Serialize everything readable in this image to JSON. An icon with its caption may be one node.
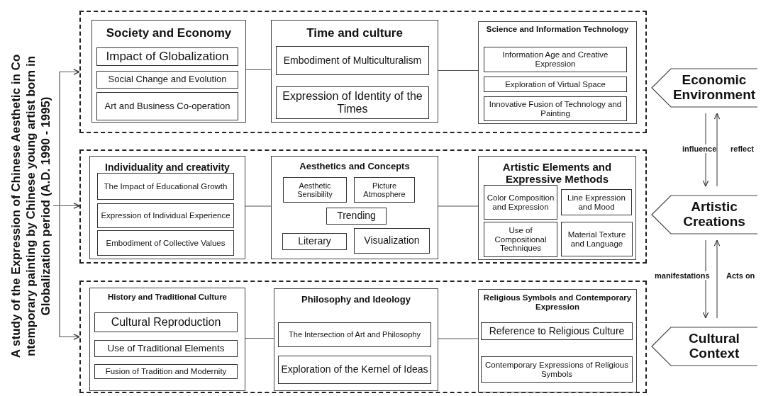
{
  "diagram": {
    "nodes": [
      {
        "text": [
          "A study of the Expression of Chinese Aesthetic in Co ntemporary painting by Chinese young artist born in Globalization period (A.D. 1990 - 1995)"
        ]
      },
      {
        "text": [],
        "shape": "box"
      },
      {
        "text": [
          "Society and Economy"
        ],
        "in": 1
      },
      {
        "text": [
          "Impact of Globalization"
        ],
        "in": 2
      },
      {
        "text": [
          "Social Change and Evolution"
        ],
        "in": 2
      },
      {
        "text": [
          "Art and Business Co-operation"
        ],
        "in": 2
      },
      {
        "text": [
          "Time and culture"
        ],
        "in": 1
      },
      {
        "text": [
          "Embodiment of Multiculturalism"
        ],
        "in": 6
      },
      {
        "text": [
          "Expression of Identity of the Times"
        ],
        "in": 6
      },
      {
        "text": [
          "Science and Information Technology"
        ],
        "in": 1
      },
      {
        "text": [
          "Information Age and Creative Expression"
        ],
        "in": 9
      },
      {
        "text": [
          "Exploration of Virtual Space"
        ],
        "in": 9
      },
      {
        "text": [
          "Innovative Fusion of Technology and Painting"
        ],
        "in": 9
      },
      {
        "text": [],
        "shape": "box"
      },
      {
        "text": [
          "Individuality and creativity"
        ],
        "in": 13
      },
      {
        "text": [
          "The Impact of Educational Growth"
        ],
        "in": 14
      },
      {
        "text": [
          "Expression of Individual Experience"
        ],
        "in": 14
      },
      {
        "text": [
          "Embodiment of Collective Values"
        ],
        "in": 14
      },
      {
        "text": [
          "Aesthetics and Concepts"
        ],
        "in": 13
      },
      {
        "text": [
          "Aesthetic Sensibility"
        ],
        "in": 18
      },
      {
        "text": [
          "Picture Atmosphere"
        ],
        "in": 18
      },
      {
        "text": [
          "Trending"
        ],
        "in": 18
      },
      {
        "text": [
          "Literary"
        ],
        "in": 18
      },
      {
        "text": [
          "Visualization"
        ],
        "in": 18
      },
      {
        "text": [
          "Artistic Elements and Expressive Methods"
        ],
        "in": 13
      },
      {
        "text": [
          "Color Composition and Expression"
        ],
        "in": 24
      },
      {
        "text": [
          "Line Expression and Mood"
        ],
        "in": 24
      },
      {
        "text": [
          "Use of Compositional Techniques"
        ],
        "in": 24
      },
      {
        "text": [
          "Material Texture and Language"
        ],
        "in": 24
      },
      {
        "text": [],
        "shape": "box"
      },
      {
        "text": [
          "History and Traditional Culture"
        ],
        "in": 29
      },
      {
        "text": [
          "Cultural Reproduction"
        ],
        "in": 30
      },
      {
        "text": [
          "Use of Traditional Elements"
        ],
        "in": 30
      },
      {
        "text": [
          "Fusion of Tradition and Modernity"
        ],
        "in": 30
      },
      {
        "text": [
          "Philosophy and Ideology"
        ],
        "in": 29
      },
      {
        "text": [
          "The Intersection of Art and Philosophy"
        ],
        "in": 34
      },
      {
        "text": [
          "Exploration of the Kernel of Ideas"
        ],
        "in": 34
      },
      {
        "text": [
          "Religious Symbols and Contemporary Expression"
        ],
        "in": 29
      },
      {
        "text": [
          "Reference to Religious Culture"
        ],
        "in": 37
      },
      {
        "text": [
          "Contemporary Expressions of Religious Symbols"
        ],
        "in": 37
      },
      {
        "text": [
          "Economic Environment"
        ]
      },
      {
        "text": [
          "Artistic Creations"
        ]
      },
      {
        "text": [
          "Cultural Context"
        ]
      }
    ],
    "edges": [
      {
        "from": 0,
        "to": 1,
        "arrow": "to"
      },
      {
        "from": 0,
        "to": 13,
        "arrow": "to"
      },
      {
        "from": 0,
        "to": 29,
        "arrow": "to"
      },
      {
        "from": 2,
        "to": 6,
        "arrow": "none"
      },
      {
        "from": 6,
        "to": 9,
        "arrow": "none"
      },
      {
        "from": 14,
        "to": 18,
        "arrow": "none"
      },
      {
        "from": 18,
        "to": 24,
        "arrow": "none"
      },
      {
        "from": 30,
        "to": 34,
        "arrow": "none"
      },
      {
        "from": 34,
        "to": 37,
        "arrow": "none"
      },
      {
        "from": 40,
        "to": 41,
        "arrow": "to",
        "label": "influence"
      },
      {
        "from": 41,
        "to": 40,
        "arrow": "to",
        "label": "reflect"
      },
      {
        "from": 41,
        "to": 42,
        "arrow": "to",
        "label": "manifestations"
      },
      {
        "from": 42,
        "to": 41,
        "arrow": "to",
        "label": "Acts on"
      }
    ]
  }
}
